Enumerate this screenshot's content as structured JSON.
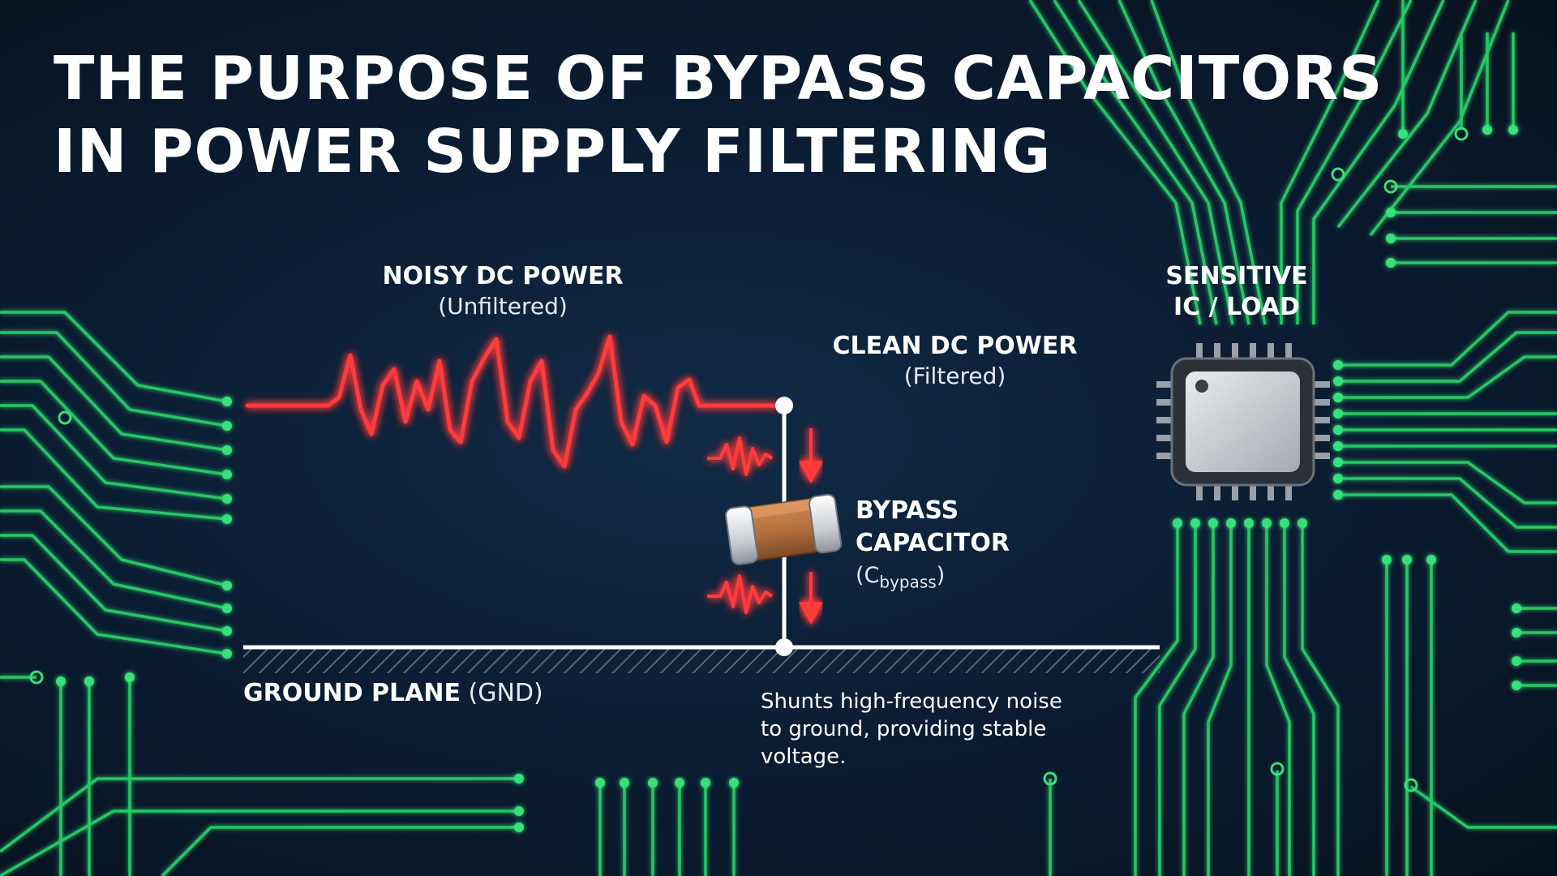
{
  "title": {
    "line1": "THE PURPOSE OF BYPASS CAPACITORS",
    "line2": "IN POWER SUPPLY FILTERING"
  },
  "noisy": {
    "title": "NOISY DC POWER",
    "subtitle": "(Unfiltered)"
  },
  "clean": {
    "title": "CLEAN DC POWER",
    "subtitle": "(Filtered)"
  },
  "load": {
    "line1": "SENSITIVE",
    "line2": "IC / LOAD"
  },
  "bypass": {
    "line1": "BYPASS",
    "line2": "CAPACITOR",
    "symbol_open": "(C",
    "symbol_sub": "bypass",
    "symbol_close": ")"
  },
  "ground": {
    "title": "GROUND PLANE",
    "suffix": "(GND)"
  },
  "note": "Shunts high-frequency noise to ground, providing stable voltage.",
  "colors": {
    "background": "#0b1e35",
    "trace_green": "#39e07a",
    "noise_red": "#ff3b3b",
    "ground_white": "#ffffff",
    "chip_body": "#cfd3d8",
    "capacitor_body": "#b8703f"
  }
}
